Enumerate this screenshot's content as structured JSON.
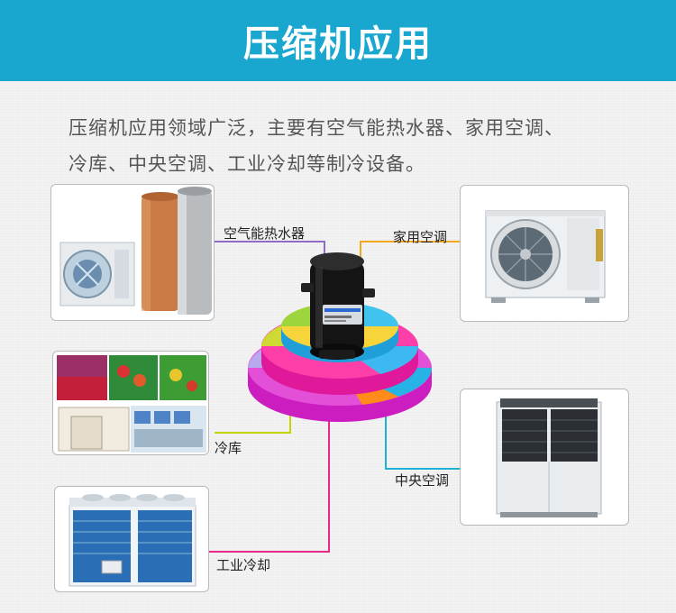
{
  "header": {
    "title": "压缩机应用"
  },
  "intro": {
    "line1": "压缩机应用领域广泛，主要有空气能热水器、家用空调、",
    "line2": "冷库、中央空调、工业冷却等制冷设备。"
  },
  "applications": [
    {
      "label": "空气能热水器"
    },
    {
      "label": "家用空调"
    },
    {
      "label": "冷库"
    },
    {
      "label": "中央空调"
    },
    {
      "label": "工业冷却"
    }
  ],
  "colors": {
    "header_bg": "#1aa7cf",
    "line_air_heater": "#8e6bc4",
    "line_home_ac": "#f2a81d",
    "line_cold_storage": "#c8d200",
    "line_central_ac": "#1ab3d6",
    "line_industrial": "#e8288a"
  }
}
